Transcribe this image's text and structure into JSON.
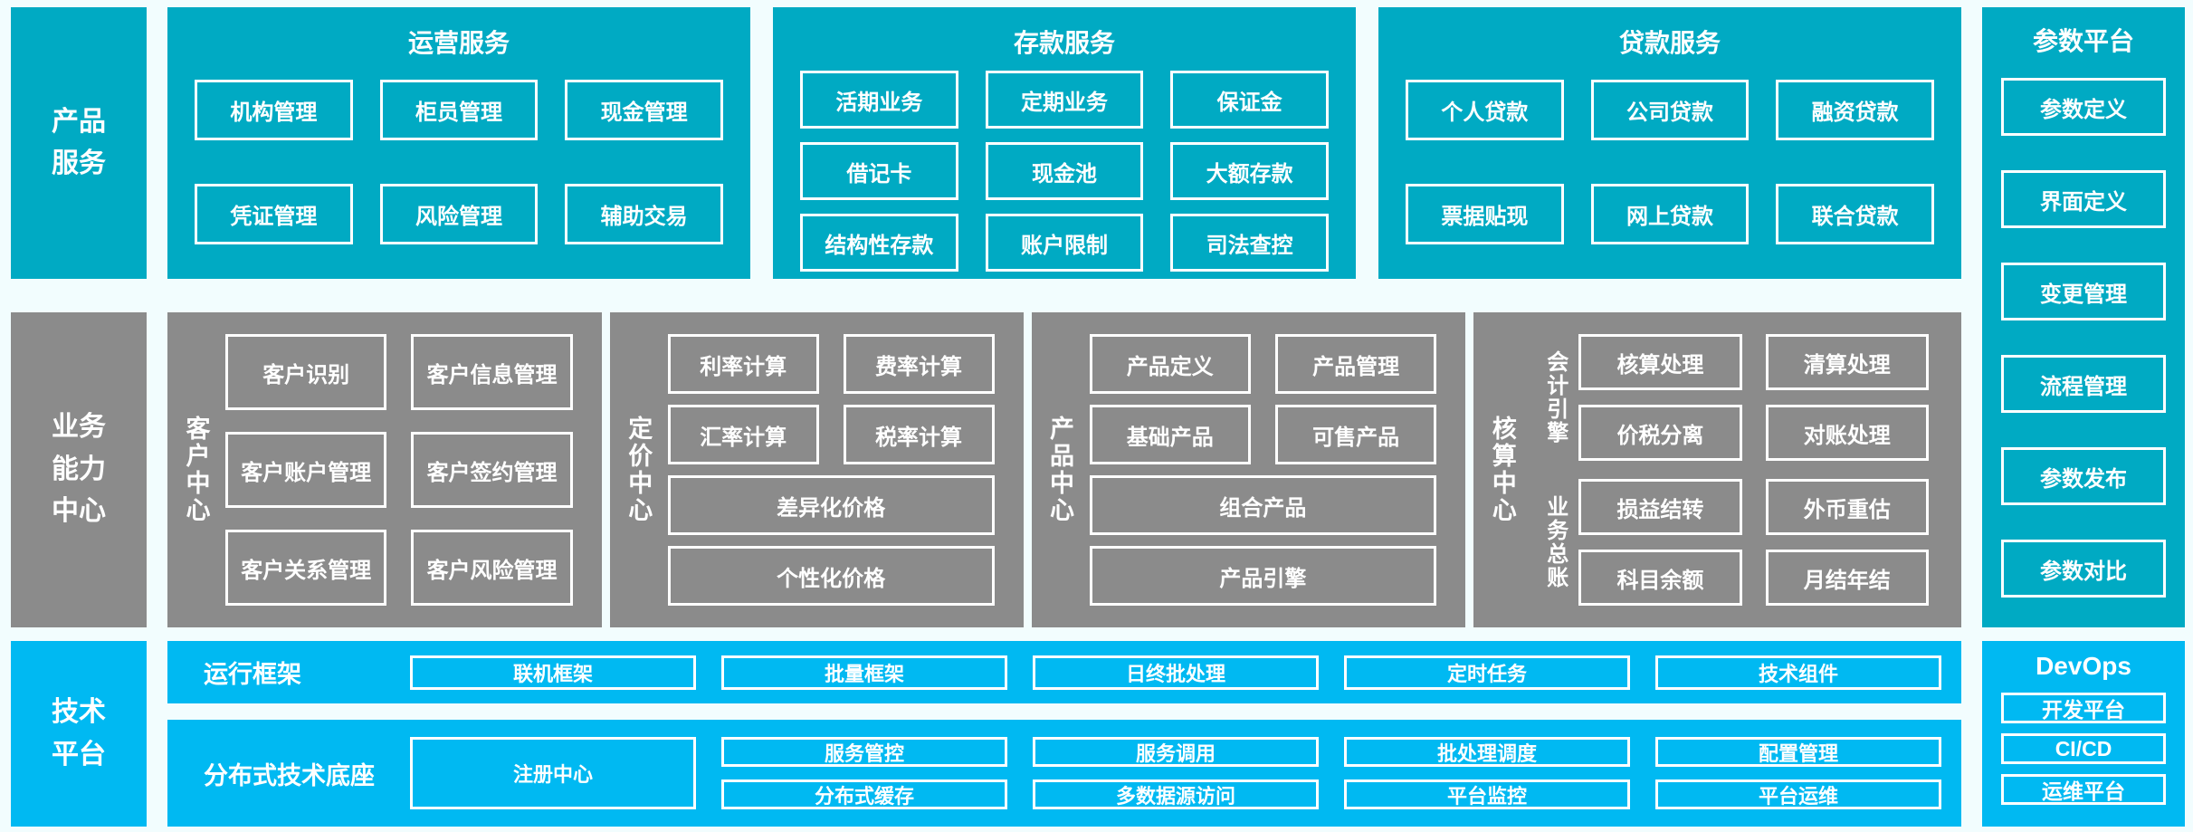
{
  "colors": {
    "teal": "#00AAC3",
    "gray": "#8B8B8B",
    "bright_blue": "#00B9F2",
    "background": "#F2FDFE",
    "text_and_borders": "#FFFFFF"
  },
  "row_labels": {
    "products": "产品服务",
    "capabilities": "业务能力中心",
    "tech": "技术平台"
  },
  "operations": {
    "title": "运营服务",
    "items": [
      "机构管理",
      "柜员管理",
      "现金管理",
      "凭证管理",
      "风险管理",
      "辅助交易"
    ]
  },
  "deposits": {
    "title": "存款服务",
    "items": [
      "活期业务",
      "定期业务",
      "保证金",
      "借记卡",
      "现金池",
      "大额存款",
      "结构性存款",
      "账户限制",
      "司法查控"
    ]
  },
  "loans": {
    "title": "贷款服务",
    "items": [
      "个人贷款",
      "公司贷款",
      "融资贷款",
      "票据贴现",
      "网上贷款",
      "联合贷款"
    ]
  },
  "params": {
    "title": "参数平台",
    "items": [
      "参数定义",
      "界面定义",
      "变更管理",
      "流程管理",
      "参数发布",
      "参数对比"
    ]
  },
  "customer": {
    "title": "客户中心",
    "items": [
      "客户识别",
      "客户信息管理",
      "客户账户管理",
      "客户签约管理",
      "客户关系管理",
      "客户风险管理"
    ]
  },
  "pricing": {
    "title": "定价中心",
    "items": [
      "利率计算",
      "费率计算",
      "汇率计算",
      "税率计算"
    ],
    "wide_items": [
      "差异化价格",
      "个性化价格"
    ]
  },
  "product": {
    "title": "产品中心",
    "items": [
      "产品定义",
      "产品管理",
      "基础产品",
      "可售产品"
    ],
    "wide_items": [
      "组合产品",
      "产品引擎"
    ]
  },
  "accounting": {
    "title": "核算中心",
    "engine": {
      "title": "会计引擎",
      "items": [
        "核算处理",
        "清算处理",
        "价税分离",
        "对账处理"
      ]
    },
    "ledger": {
      "title": "业务总账",
      "items": [
        "损益结转",
        "外币重估",
        "科目余额",
        "月结年结"
      ]
    }
  },
  "runtime": {
    "title": "运行框架",
    "items": [
      "联机框架",
      "批量框架",
      "日终批处理",
      "定时任务",
      "技术组件"
    ]
  },
  "distributed": {
    "title": "分布式技术底座",
    "registry": "注册中心",
    "row1": [
      "服务管控",
      "服务调用",
      "批处理调度",
      "配置管理"
    ],
    "row2": [
      "分布式缓存",
      "多数据源访问",
      "平台监控",
      "平台运维"
    ]
  },
  "devops": {
    "title": "DevOps",
    "items": [
      "开发平台",
      "CI/CD",
      "运维平台"
    ]
  }
}
